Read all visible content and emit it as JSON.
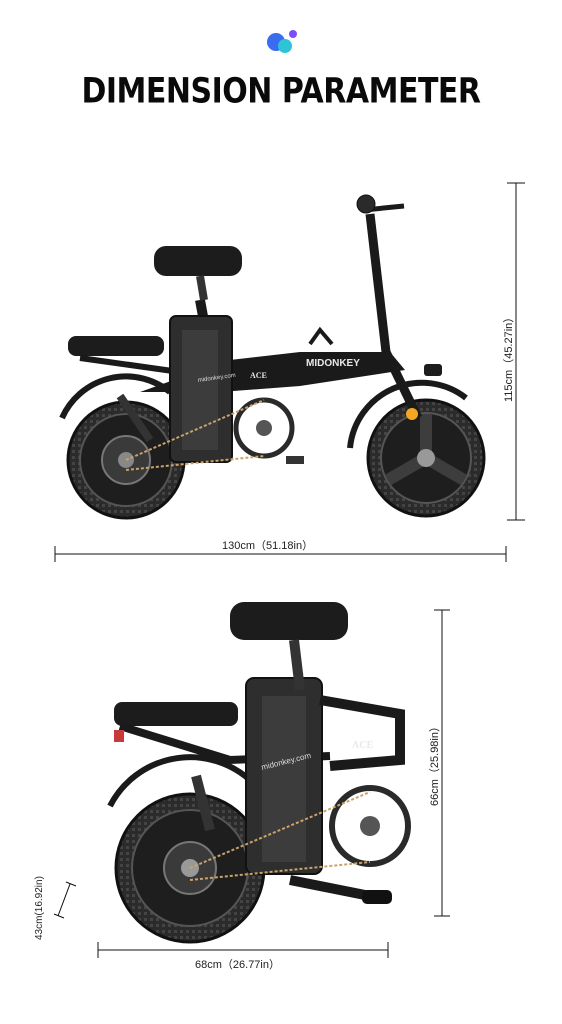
{
  "header": {
    "title": "DIMENSION PARAMETER",
    "logo_icon": "bubble-logo-icon"
  },
  "top_bike": {
    "brand_text": "MIDONKEY",
    "model_text": "ACE",
    "battery_text": "midonkey.com",
    "length_label": "130cm（51.18in）",
    "height_label": "115cm（45.27in）"
  },
  "folded_bike": {
    "model_text": "ACE",
    "battery_text": "midonkey.com",
    "width_label": "68cm（26.77in）",
    "height_label": "66cm（25.98in）",
    "wheel_label": "43cm(16.92in)"
  },
  "colors": {
    "frame": "#1a1a1a",
    "tire": "#2a2a2a",
    "chain": "#c9a36a",
    "accent_orange": "#f5a623",
    "logo_blue": "#3a6cf0",
    "logo_cyan": "#2ec4d6",
    "logo_purple": "#7b4dff"
  }
}
